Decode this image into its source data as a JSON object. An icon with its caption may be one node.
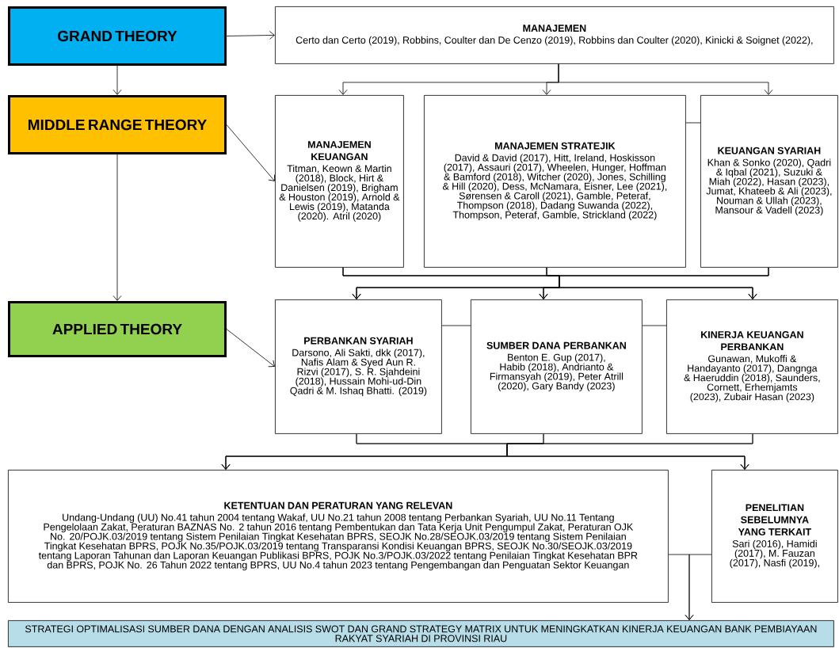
{
  "diagram": {
    "nodes": [
      {
        "text": [
          "GRAND THEORY"
        ]
      },
      {
        "text": [
          "MIDDLE RANGE THEORY"
        ]
      },
      {
        "text": [
          "APPLIED THEORY"
        ]
      },
      {
        "text": [
          "MANAJEMEN",
          "Certo dan Certo (2019), Robbins, Coulter dan De Cenzo (2019), Robbins dan Coulter (2020), Kinicki & Soignet (2022),"
        ]
      },
      {
        "text": [
          "MANAJEMEN KEUANGAN",
          "Titman, Keown & Martin (2018), Block, Hirt & Danielsen (2019), Brigham & Houston (2019), Arnold & Lewis (2019), Matanda (2020). Atril (2020)"
        ]
      },
      {
        "text": [
          "MANAJEMEN STRATEJIK",
          "David & David (2017), Hitt, Ireland, Hoskisson (2017), Assauri (2017), Wheelen, Hunger, Hoffman & Bamford (2018), Witcher (2020), Jones, Schilling & Hill (2020), Dess, McNamara, Eisner, Lee (2021), Sørensen & Caroll (2021), Gamble, Peteraf, Thompson (2018), Dadang Suwanda (2022), Thompson, Peteraf, Gamble, Strickland (2022)"
        ]
      },
      {
        "text": [
          "KEUANGAN SYARIAH",
          "Khan & Sonko (2020), Qadri & Iqbal (2021), Suzuki & Miah (2022), Hasan (2023), Jumat, Khateeb & Ali (2023), Nouman & Ullah (2023), Mansour & Vadell (2023)"
        ]
      },
      {
        "text": [
          "PERBANKAN SYARIAH",
          "Darsono, Ali Sakti, dkk (2017), Nafis Alam & Syed Aun R. Rizvi (2017), S. R. Sjahdeini (2018), Hussain Mohi-ud-Din Qadri & M. Ishaq Bhatti. (2019)"
        ]
      },
      {
        "text": [
          "SUMBER DANA PERBANKAN",
          "Benton E. Gup (2017), Habib (2018), Andrianto & Firmansyah (2019), Peter Atrill (2020), Gary Bandy (2023)"
        ]
      },
      {
        "text": [
          "KINERJA KEUANGAN PERBANKAN",
          "Gunawan, Mukoffi & Handayanto (2017), Dangnga & Haeruddin (2018), Saunders, Cornett, Erhemjamts (2023), Zubair Hasan (2023)"
        ]
      },
      {
        "text": [
          "KETENTUAN DAN PERATURAN YANG RELEVAN",
          "Undang-Undang (UU) No.41 tahun 2004 tentang Wakaf, UU No.21 tahun 2008 tentang Perbankan Syariah, UU No.11 Tentang Pengelolaan Zakat, Peraturan BAZNAS No. 2 tahun 2016 tentang Pembentukan dan Tata Kerja Unit Pengumpul Zakat, Peraturan OJK No. 20/POJK.03/2019 tentang Sistem Penilaian Tingkat Kesehatan BPRS, SEOJK No.28/SEOJK.03/2019 tentang Sistem Penilaian Tingkat Kesehatan BPRS, POJK No.35/POJK.03/2019 tentang Transparansi Kondisi Keuangan BPRS, SEOJK No.30/SEOJK.03/2019 tentang Laporan Tahunan dan Laporan Keuangan Publikasi BPRS, POJK No.3/POJK.03/2022 tentang Penilaian Tingkat Kesehatan BPR dan BPRS, POJK No. 26 Tahun 2022 tentang BPRS, UU No.4 tahun 2023 tentang Pengembangan dan Penguatan Sektor Keuangan"
        ]
      },
      {
        "text": [
          "PENELITIAN SEBELUMNYA YANG TERKAIT",
          "Sari (2016), Hamidi (2017), M. Fauzan (2017), Nasfi (2019),"
        ]
      },
      {
        "text": [
          "STRATEGI OPTIMALISASI SUMBER DANA DENGAN ANALISIS SWOT DAN GRAND STRATEGY MATRIX UNTUK MENINGKATKAN KINERJA KEUANGAN BANK PEMBIAYAAN RAKYAT SYARIAH DI PROVINSI RIAU"
        ]
      }
    ],
    "edges": [
      {
        "from": 0,
        "to": 3,
        "arrow": "to"
      },
      {
        "from": 0,
        "to": 1,
        "arrow": "to"
      },
      {
        "from": 1,
        "to": 4,
        "arrow": "to"
      },
      {
        "from": 1,
        "to": 2,
        "arrow": "to"
      },
      {
        "from": 2,
        "to": 7,
        "arrow": "to"
      },
      {
        "from": 3,
        "to": 4,
        "arrow": "to"
      },
      {
        "from": 3,
        "to": 5,
        "arrow": "to"
      },
      {
        "from": 3,
        "to": 6,
        "arrow": "to"
      },
      {
        "from": 5,
        "to": 6,
        "arrow": "none"
      },
      {
        "from": 4,
        "to": 7,
        "arrow": "to"
      },
      {
        "from": 4,
        "to": 8,
        "arrow": "to"
      },
      {
        "from": 4,
        "to": 9,
        "arrow": "to"
      },
      {
        "from": 5,
        "to": 7,
        "arrow": "to"
      },
      {
        "from": 5,
        "to": 8,
        "arrow": "to"
      },
      {
        "from": 5,
        "to": 9,
        "arrow": "to"
      },
      {
        "from": 6,
        "to": 7,
        "arrow": "to"
      },
      {
        "from": 6,
        "to": 8,
        "arrow": "to"
      },
      {
        "from": 6,
        "to": 9,
        "arrow": "to"
      },
      {
        "from": 7,
        "to": 8,
        "arrow": "none"
      },
      {
        "from": 8,
        "to": 9,
        "arrow": "none"
      },
      {
        "from": 7,
        "to": 10,
        "arrow": "to"
      },
      {
        "from": 7,
        "to": 11,
        "arrow": "to"
      },
      {
        "from": 8,
        "to": 10,
        "arrow": "to"
      },
      {
        "from": 8,
        "to": 11,
        "arrow": "to"
      },
      {
        "from": 9,
        "to": 10,
        "arrow": "to"
      },
      {
        "from": 9,
        "to": 11,
        "arrow": "to"
      },
      {
        "from": 10,
        "to": 12,
        "arrow": "to"
      },
      {
        "from": 11,
        "to": 12,
        "arrow": "to"
      }
    ]
  }
}
